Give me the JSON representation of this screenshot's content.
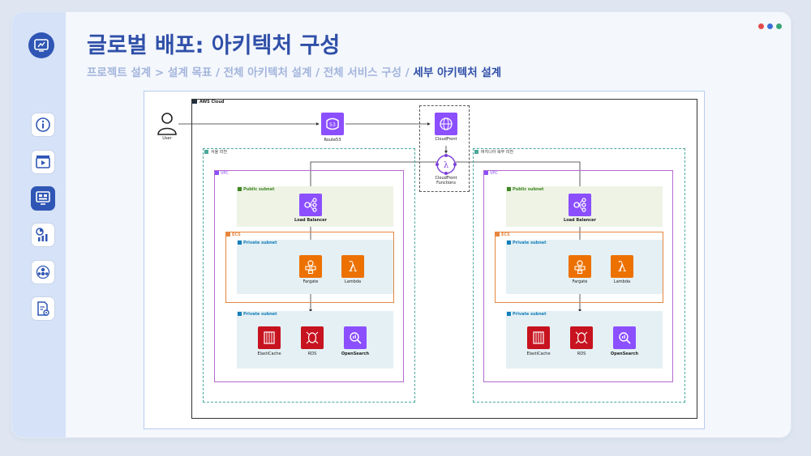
{
  "header": {
    "title": "글로벌 배포: 아키텍처 구성",
    "breadcrumb_prefix": "프로젝트 설계 > 설계 목표 / 전체 아키텍처 설계 / 전체 서비스 구성 / ",
    "breadcrumb_current": "세부 아키텍처 설계"
  },
  "window_dots": [
    "#e24b4b",
    "#3b6fd8",
    "#3aa575"
  ],
  "sidebar": {
    "items": [
      {
        "icon": "info-icon"
      },
      {
        "icon": "video-icon"
      },
      {
        "icon": "architecture-icon",
        "active": true
      },
      {
        "icon": "analytics-icon"
      },
      {
        "icon": "team-icon"
      },
      {
        "icon": "document-settings-icon"
      }
    ]
  },
  "diagram": {
    "aws_cloud_label": "AWS Cloud",
    "user_label": "User",
    "route53_label": "Route53",
    "cloudfront_label": "CloudFront",
    "cloudfront_functions_label": "CloudFront Functions",
    "regions": [
      {
        "label": "서울 리전",
        "vpc_label": "VPC",
        "public_subnet_label": "Public subnet",
        "load_balancer_label": "Load Balancer",
        "ecs_label": "ECS",
        "private_subnet_label_1": "Private subnet",
        "fargate_label": "Fargate",
        "lambda_label": "Lambda",
        "private_subnet_label_2": "Private subnet",
        "elasticache_label": "ElastiCache",
        "rds_label": "RDS",
        "opensearch_label": "OpenSearch"
      },
      {
        "label": "버지니아 북부 리전",
        "vpc_label": "VPC",
        "public_subnet_label": "Public subnet",
        "load_balancer_label": "Load Balancer",
        "ecs_label": "ECS",
        "private_subnet_label_1": "Private subnet",
        "fargate_label": "Fargate",
        "lambda_label": "Lambda",
        "private_subnet_label_2": "Private subnet",
        "elasticache_label": "ElastiCache",
        "rds_label": "RDS",
        "opensearch_label": "OpenSearch"
      }
    ]
  }
}
